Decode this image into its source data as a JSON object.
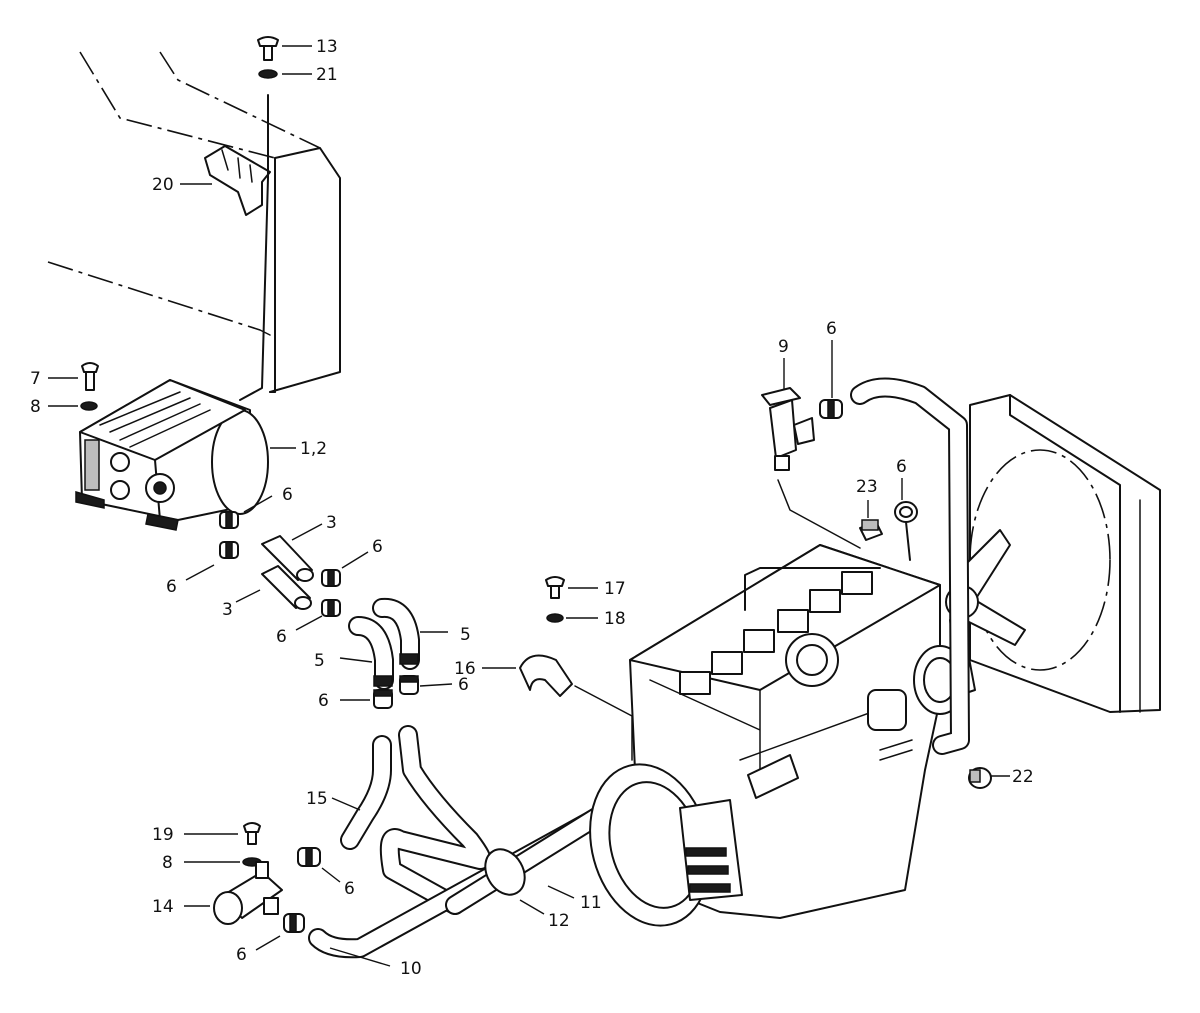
{
  "callouts": [
    {
      "id": "c13",
      "text": "13"
    },
    {
      "id": "c21",
      "text": "21"
    },
    {
      "id": "c20",
      "text": "20"
    },
    {
      "id": "c7",
      "text": "7"
    },
    {
      "id": "c8a",
      "text": "8"
    },
    {
      "id": "c12a",
      "text": "1,2"
    },
    {
      "id": "c6a",
      "text": "6"
    },
    {
      "id": "c3a",
      "text": "3"
    },
    {
      "id": "c6b",
      "text": "6"
    },
    {
      "id": "c6c",
      "text": "6"
    },
    {
      "id": "c3b",
      "text": "3"
    },
    {
      "id": "c6d",
      "text": "6"
    },
    {
      "id": "c5a",
      "text": "5"
    },
    {
      "id": "c5b",
      "text": "5"
    },
    {
      "id": "c6e",
      "text": "6"
    },
    {
      "id": "c6f",
      "text": "6"
    },
    {
      "id": "c15",
      "text": "15"
    },
    {
      "id": "c19",
      "text": "19"
    },
    {
      "id": "c8b",
      "text": "8"
    },
    {
      "id": "c14",
      "text": "14"
    },
    {
      "id": "c6g",
      "text": "6"
    },
    {
      "id": "c6h",
      "text": "6"
    },
    {
      "id": "c10",
      "text": "10"
    },
    {
      "id": "c12",
      "text": "12"
    },
    {
      "id": "c11",
      "text": "11"
    },
    {
      "id": "c16",
      "text": "16"
    },
    {
      "id": "c17",
      "text": "17"
    },
    {
      "id": "c18",
      "text": "18"
    },
    {
      "id": "c9",
      "text": "9"
    },
    {
      "id": "c6i",
      "text": "6"
    },
    {
      "id": "c23",
      "text": "23"
    },
    {
      "id": "c6j",
      "text": "6"
    },
    {
      "id": "c22",
      "text": "22"
    }
  ]
}
